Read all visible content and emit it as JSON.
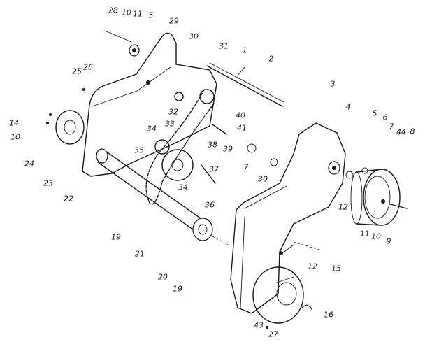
{
  "diagram": {
    "callouts": [
      "28",
      "10",
      "11",
      "5",
      "29",
      "30",
      "31",
      "1",
      "2",
      "25",
      "26",
      "14",
      "10",
      "24",
      "23",
      "22",
      "32",
      "33",
      "34",
      "35",
      "40",
      "41",
      "38",
      "39",
      "7",
      "37",
      "34",
      "36",
      "30",
      "3",
      "4",
      "5",
      "6",
      "7",
      "44",
      "8",
      "12",
      "11",
      "10",
      "9",
      "19",
      "21",
      "20",
      "19",
      "12",
      "15",
      "16",
      "43",
      "27"
    ]
  }
}
